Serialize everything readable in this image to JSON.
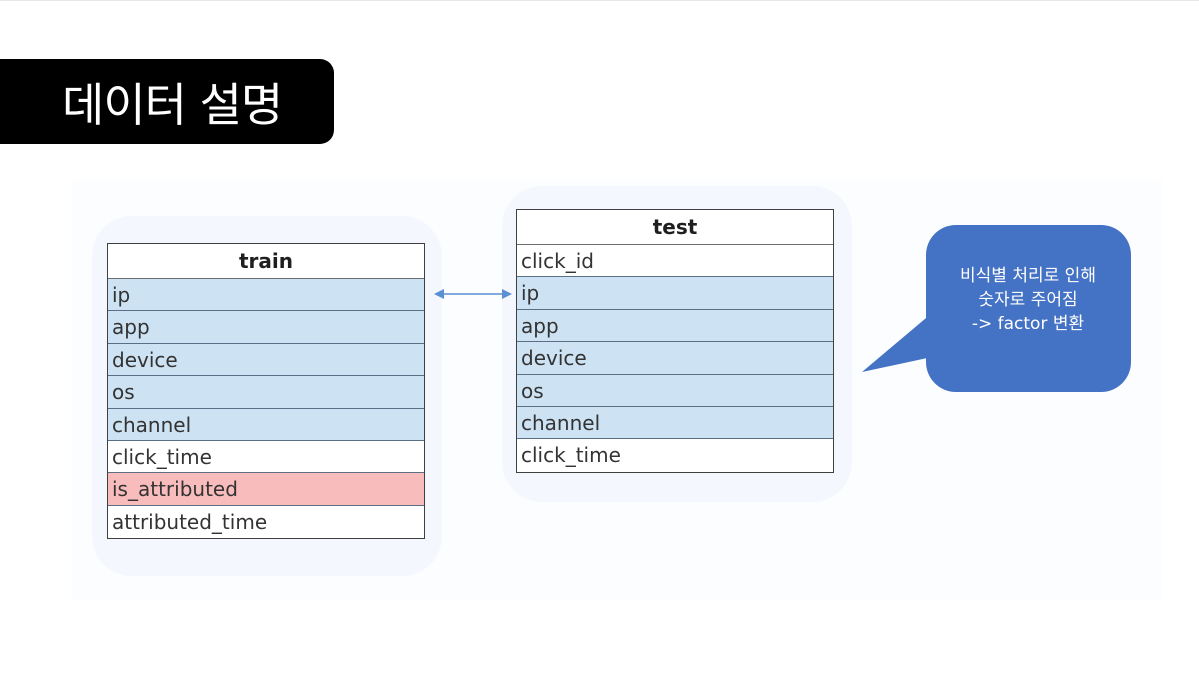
{
  "title": "데이터 설명",
  "train_table": {
    "name": "train",
    "rows": [
      {
        "label": "ip",
        "color": "blue"
      },
      {
        "label": "app",
        "color": "blue"
      },
      {
        "label": "device",
        "color": "blue"
      },
      {
        "label": "os",
        "color": "blue"
      },
      {
        "label": "channel",
        "color": "blue"
      },
      {
        "label": "click_time",
        "color": "white"
      },
      {
        "label": "is_attributed",
        "color": "red"
      },
      {
        "label": "attributed_time",
        "color": "white"
      }
    ]
  },
  "test_table": {
    "name": "test",
    "rows": [
      {
        "label": "click_id",
        "color": "white"
      },
      {
        "label": "ip",
        "color": "blue"
      },
      {
        "label": "app",
        "color": "blue"
      },
      {
        "label": "device",
        "color": "blue"
      },
      {
        "label": "os",
        "color": "blue"
      },
      {
        "label": "channel",
        "color": "blue"
      },
      {
        "label": "click_time",
        "color": "white"
      }
    ]
  },
  "callout": {
    "lines": [
      "비식별 처리로 인해",
      "숫자로 주어짐",
      "-> factor 변환"
    ],
    "color": "#4472c4"
  },
  "colors": {
    "blue_row": "#cde2f2",
    "red_row": "#f8bcbc",
    "arrow": "#5b8fd4"
  }
}
